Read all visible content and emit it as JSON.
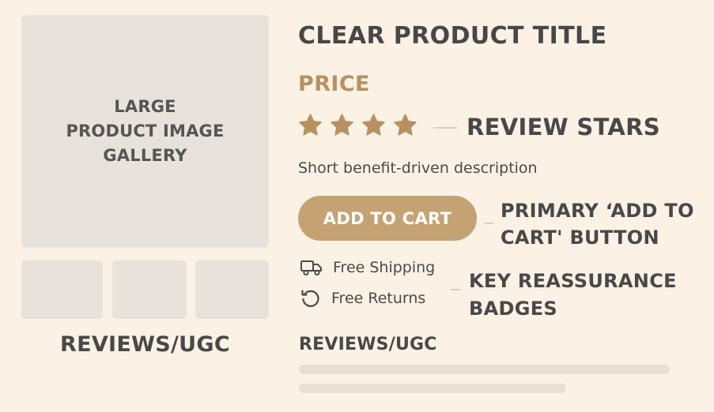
{
  "gallery": {
    "main_label_lines": [
      "LARGE",
      "PRODUCT IMAGE",
      "GALLERY"
    ],
    "reviews_label": "REVIEWS/UGC"
  },
  "product": {
    "title": "CLEAR PRODUCT TITLE",
    "price": "PRICE",
    "star_rating": 4,
    "star_color": "#b89160",
    "description": "Short benefit-driven description",
    "add_to_cart_label": "ADD TO CART",
    "button_color": "#c4a274"
  },
  "annotations": {
    "review_stars": "REVIEW STARS",
    "primary_button": "PRIMARY ‘ADD TO CART' BUTTON",
    "reassurance_badges": "KEY REASSURANCE BADGES"
  },
  "badges": [
    {
      "icon": "truck-icon",
      "label": "Free Shipping"
    },
    {
      "icon": "return-arrow-icon",
      "label": "Free Returns"
    }
  ],
  "reviews": {
    "heading": "REVIEWS/UGC"
  },
  "colors": {
    "background": "#fbf1e5",
    "placeholder": "#e8e3da",
    "text": "#484848"
  }
}
